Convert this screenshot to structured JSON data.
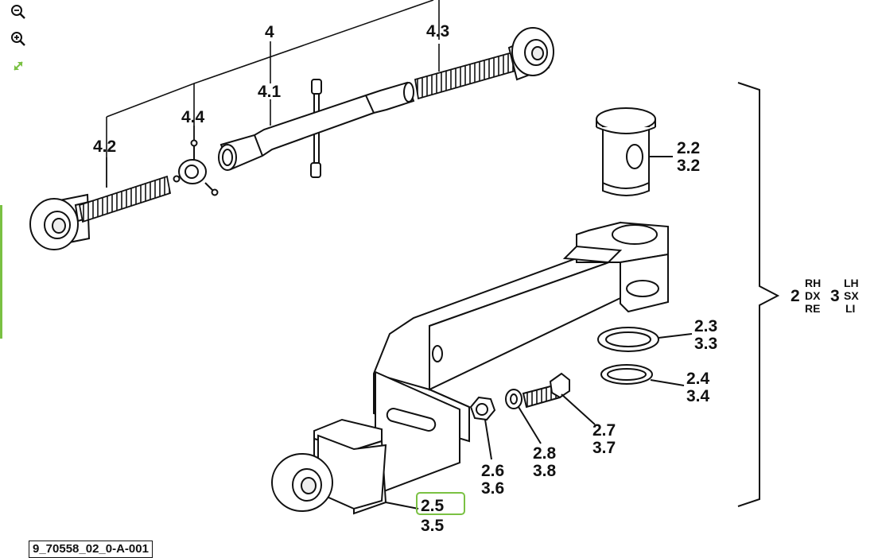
{
  "toolbar": {
    "zoom_out_icon": "zoom-out-icon",
    "zoom_in_icon": "zoom-in-icon",
    "fit_icon": "expand-icon",
    "accent_color": "#7ac143"
  },
  "callouts": {
    "assembly": "4",
    "body": "4.1",
    "end_right": "4.3",
    "end_left": "4.2",
    "lock_nut": "4.4",
    "pin_a": "2.2",
    "pin_b": "3.2",
    "washer_a": "2.3",
    "washer_b": "3.3",
    "circlip_a": "2.4",
    "circlip_b": "3.4",
    "block_a": "2.5",
    "block_b": "3.5",
    "nut_a": "2.6",
    "nut_b": "3.6",
    "bolt_a": "2.7",
    "bolt_b": "3.7",
    "ring_a": "2.8",
    "ring_b": "3.8"
  },
  "side_group": {
    "left_num": "2",
    "left_lines": [
      "RH",
      "DX",
      "RE"
    ],
    "right_num": "3",
    "right_lines": [
      "LH",
      "SX",
      "LI"
    ]
  },
  "highlight_color": "#7ac143",
  "reference_code": "9_70558_02_0-A-001"
}
